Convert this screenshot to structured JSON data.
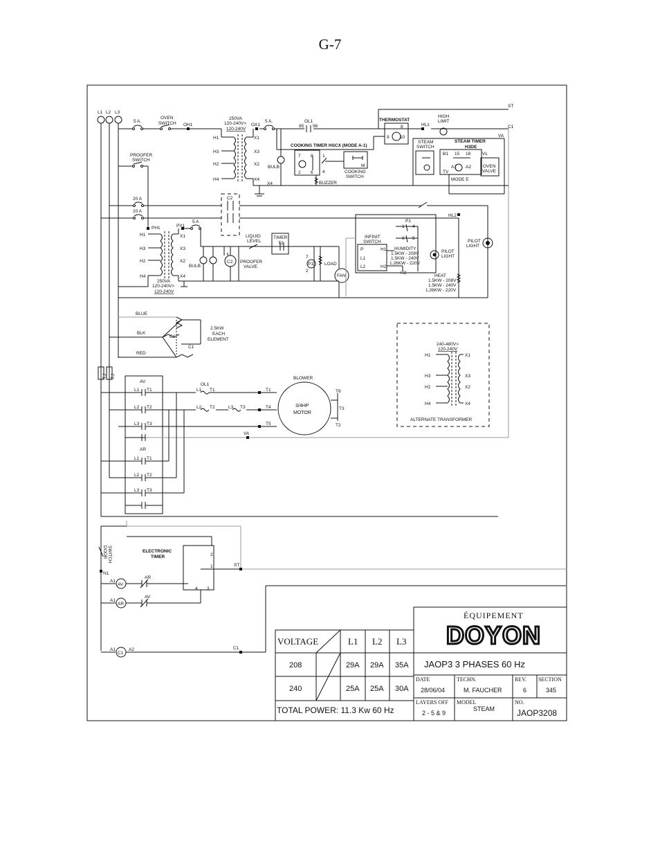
{
  "page_title": "G-7",
  "labels": {
    "l1": "L1",
    "l2": "L2",
    "l3": "L3",
    "fuse5a_1": "5 A.",
    "oven_switch": [
      "OVEN",
      "SWITCH"
    ],
    "oh1": "OH1",
    "tr1_va": "250VA",
    "tr1_v1": "120-240V>",
    "tr1_v2": "120-240V",
    "ox1": "OX1",
    "fuse5a_2": "5 A.",
    "ol1_top": "OL1",
    "n95": "95",
    "n96": "96",
    "thermostat": "THERMOSTAT",
    "t8": "8",
    "t9": "9",
    "t10": "10",
    "hl1": "HL1",
    "high_limit": [
      "HIGH",
      "LIMIT"
    ],
    "st_top": "ST",
    "c1_top": "C1",
    "va_top": "VA",
    "cooking_timer": "COOKING TIMER HSCX (MODE A-1)",
    "ct7": "7",
    "ct8": "8",
    "ct2": "2",
    "ct6": "6",
    "ct1": "1",
    "ct4": "4",
    "ctm": "M",
    "cooking_switch": [
      "COOKING",
      "SWITCH"
    ],
    "buzzer": "BUZZER",
    "steam_switch": [
      "STEAM",
      "SWITCH"
    ],
    "steam_timer": [
      "STEAM TIMER",
      "H3DE"
    ],
    "b1": "B1",
    "s15": "15",
    "s18": "18",
    "vl": "VL",
    "a1s": "A1",
    "a2s": "A2",
    "tv": "TV",
    "oven_valve": [
      "OVEN",
      "VALVE"
    ],
    "mode_e": "MODE E",
    "t1h1": "H1",
    "t1h3": "H3",
    "t1h2": "H2",
    "t1h4": "H4",
    "t1x1": "X1",
    "t1x3": "X3",
    "t1x2": "X2",
    "t1x4": "X4",
    "bulb1": "BULB",
    "proofer_switch": [
      "PROOFER",
      "SWITCH"
    ],
    "fuse20a_1": "20 A",
    "fuse20a_2": "20 A",
    "c2_top": "C2",
    "hl2": "HL2",
    "ph1": "PH1",
    "px1": "PX1",
    "fuse5a_3": "5 A",
    "t2h1": "H1",
    "t2h3": "H3",
    "t2h2": "H2",
    "t2h4": "H4",
    "t2x1": "X1",
    "t2x3": "X3",
    "t2x2": "X2",
    "t2x4": "X4",
    "tr2_va": "250VA",
    "tr2_v1": "120-240V>",
    "tr2_v2": "120-240V",
    "bulb2": "BULB",
    "c2_mid": "C2",
    "proofer_valve": [
      "PROOFER",
      "VALVE"
    ],
    "liquid_level": [
      "LIQUID",
      "LEVEL"
    ],
    "timer": "TIMER",
    "timer_t2": "T2",
    "p1_n7": "7",
    "p1": "P1",
    "p1_n2": "2",
    "load": "LOAD",
    "fan": "FAN",
    "infinit_switch": [
      "INFINIT",
      "SWITCH"
    ],
    "inf_p": "P",
    "inf_h1": "H1",
    "inf_l1": "L1",
    "inf_l2": "L2",
    "inf_h2": "H2",
    "p1_top": "P1",
    "p_n1": "1",
    "p_n4": "4",
    "p_n8": "8",
    "p_n5": "5",
    "humidity": [
      "HUMIDITY",
      "1.5KW - 208V",
      "1.5KW - 240V",
      "1.26KW - 220V"
    ],
    "pilot_light1": [
      "PILOT",
      "LIGHT"
    ],
    "pilot_light2": [
      "PILOT",
      "LIGHT"
    ],
    "heat": [
      "HEAT",
      "1.5KW - 208V",
      "1.5KW - 240V",
      "1.26KW - 220V"
    ],
    "blue": "BLUE",
    "blk": "BLK",
    "red": "RED",
    "c1_el1": "C1",
    "c1_el2": "C1",
    "element": [
      "2.5KW",
      "EACH",
      "ELEMENT"
    ],
    "alt_v1": "240-480V>",
    "alt_v2": "120-240V",
    "ah1": "H1",
    "ah3": "H3",
    "ah2": "H2",
    "ah4": "H4",
    "ax1": "X1",
    "ax3": "X3",
    "ax2": "X2",
    "ax4": "X4",
    "alternate_transformer": "ALTERNATE TRANSFORMER",
    "f1": "F1",
    "f2": "F2",
    "av": "AV",
    "ar": "AR",
    "av_l1": "L1",
    "av_t1": "T1",
    "av_l2": "L2",
    "av_t2": "T2",
    "av_l3": "L3",
    "av_t3": "T3",
    "ar_l1": "L1",
    "ar_t1": "T1",
    "ar_l2": "L2",
    "ar_t2": "T2",
    "ar_l3": "L3",
    "ar_t3": "T3",
    "ol1_mid": "OL1",
    "ol_l1": "L1",
    "ol_t1": "T1",
    "ol_l2": "L2",
    "ol_t2": "T2",
    "ol_l3": "L3",
    "ol_t3": "T3",
    "blower": "BLOWER",
    "m_t1": "T1",
    "m_t4": "T4",
    "m_t5": "T5",
    "m_t8": "T8",
    "m_t3": "T3",
    "m_t2": "T2",
    "motor": [
      "3/4HP",
      "MOTOR"
    ],
    "va_mid": "VA",
    "door_switch": [
      "DOOR",
      "SWITCH"
    ],
    "n1": "N1",
    "electronic_timer": [
      "ELECTRONIC",
      "TIMER"
    ],
    "et2": "2",
    "et1": "1",
    "et4": "4",
    "et3": "3",
    "st_mid": "ST",
    "a1_av": "A1",
    "coil_av": "AV",
    "ar_contact": "AR",
    "a1_ar": "A1",
    "coil_ar": "AR",
    "av_contact": "AV",
    "a1_c1": "A1",
    "coil_c1": "C1",
    "a2_c1": "A2",
    "c1_bottom": "C1"
  },
  "title_block": {
    "brand_top": "ÉQUIPEMENT",
    "brand": "DOYON",
    "voltage_header": "VOLTAGE",
    "phase_headers": [
      "L1",
      "L2",
      "L3"
    ],
    "rows": [
      {
        "voltage": "208",
        "l1": "29A",
        "l2": "29A",
        "l3": "35A"
      },
      {
        "voltage": "240",
        "l1": "25A",
        "l2": "25A",
        "l3": "30A"
      }
    ],
    "total_power": "TOTAL POWER:  11.3 Kw  60 Hz",
    "model_title": "JAOP3 3 PHASES 60 Hz",
    "date_label": "DATE",
    "date": "28/06/04",
    "techn_label": "TECHN.",
    "techn": "M. FAUCHER",
    "rev_label": "REV.",
    "rev": "6",
    "section_label": "SECTION",
    "section": "345",
    "layers_label": "LAYERS  OFF",
    "layers": "2 - 5 & 9",
    "model_label": "MODEL",
    "model": "STEAM",
    "no_label": "NO.",
    "no": "JAOP3208"
  }
}
